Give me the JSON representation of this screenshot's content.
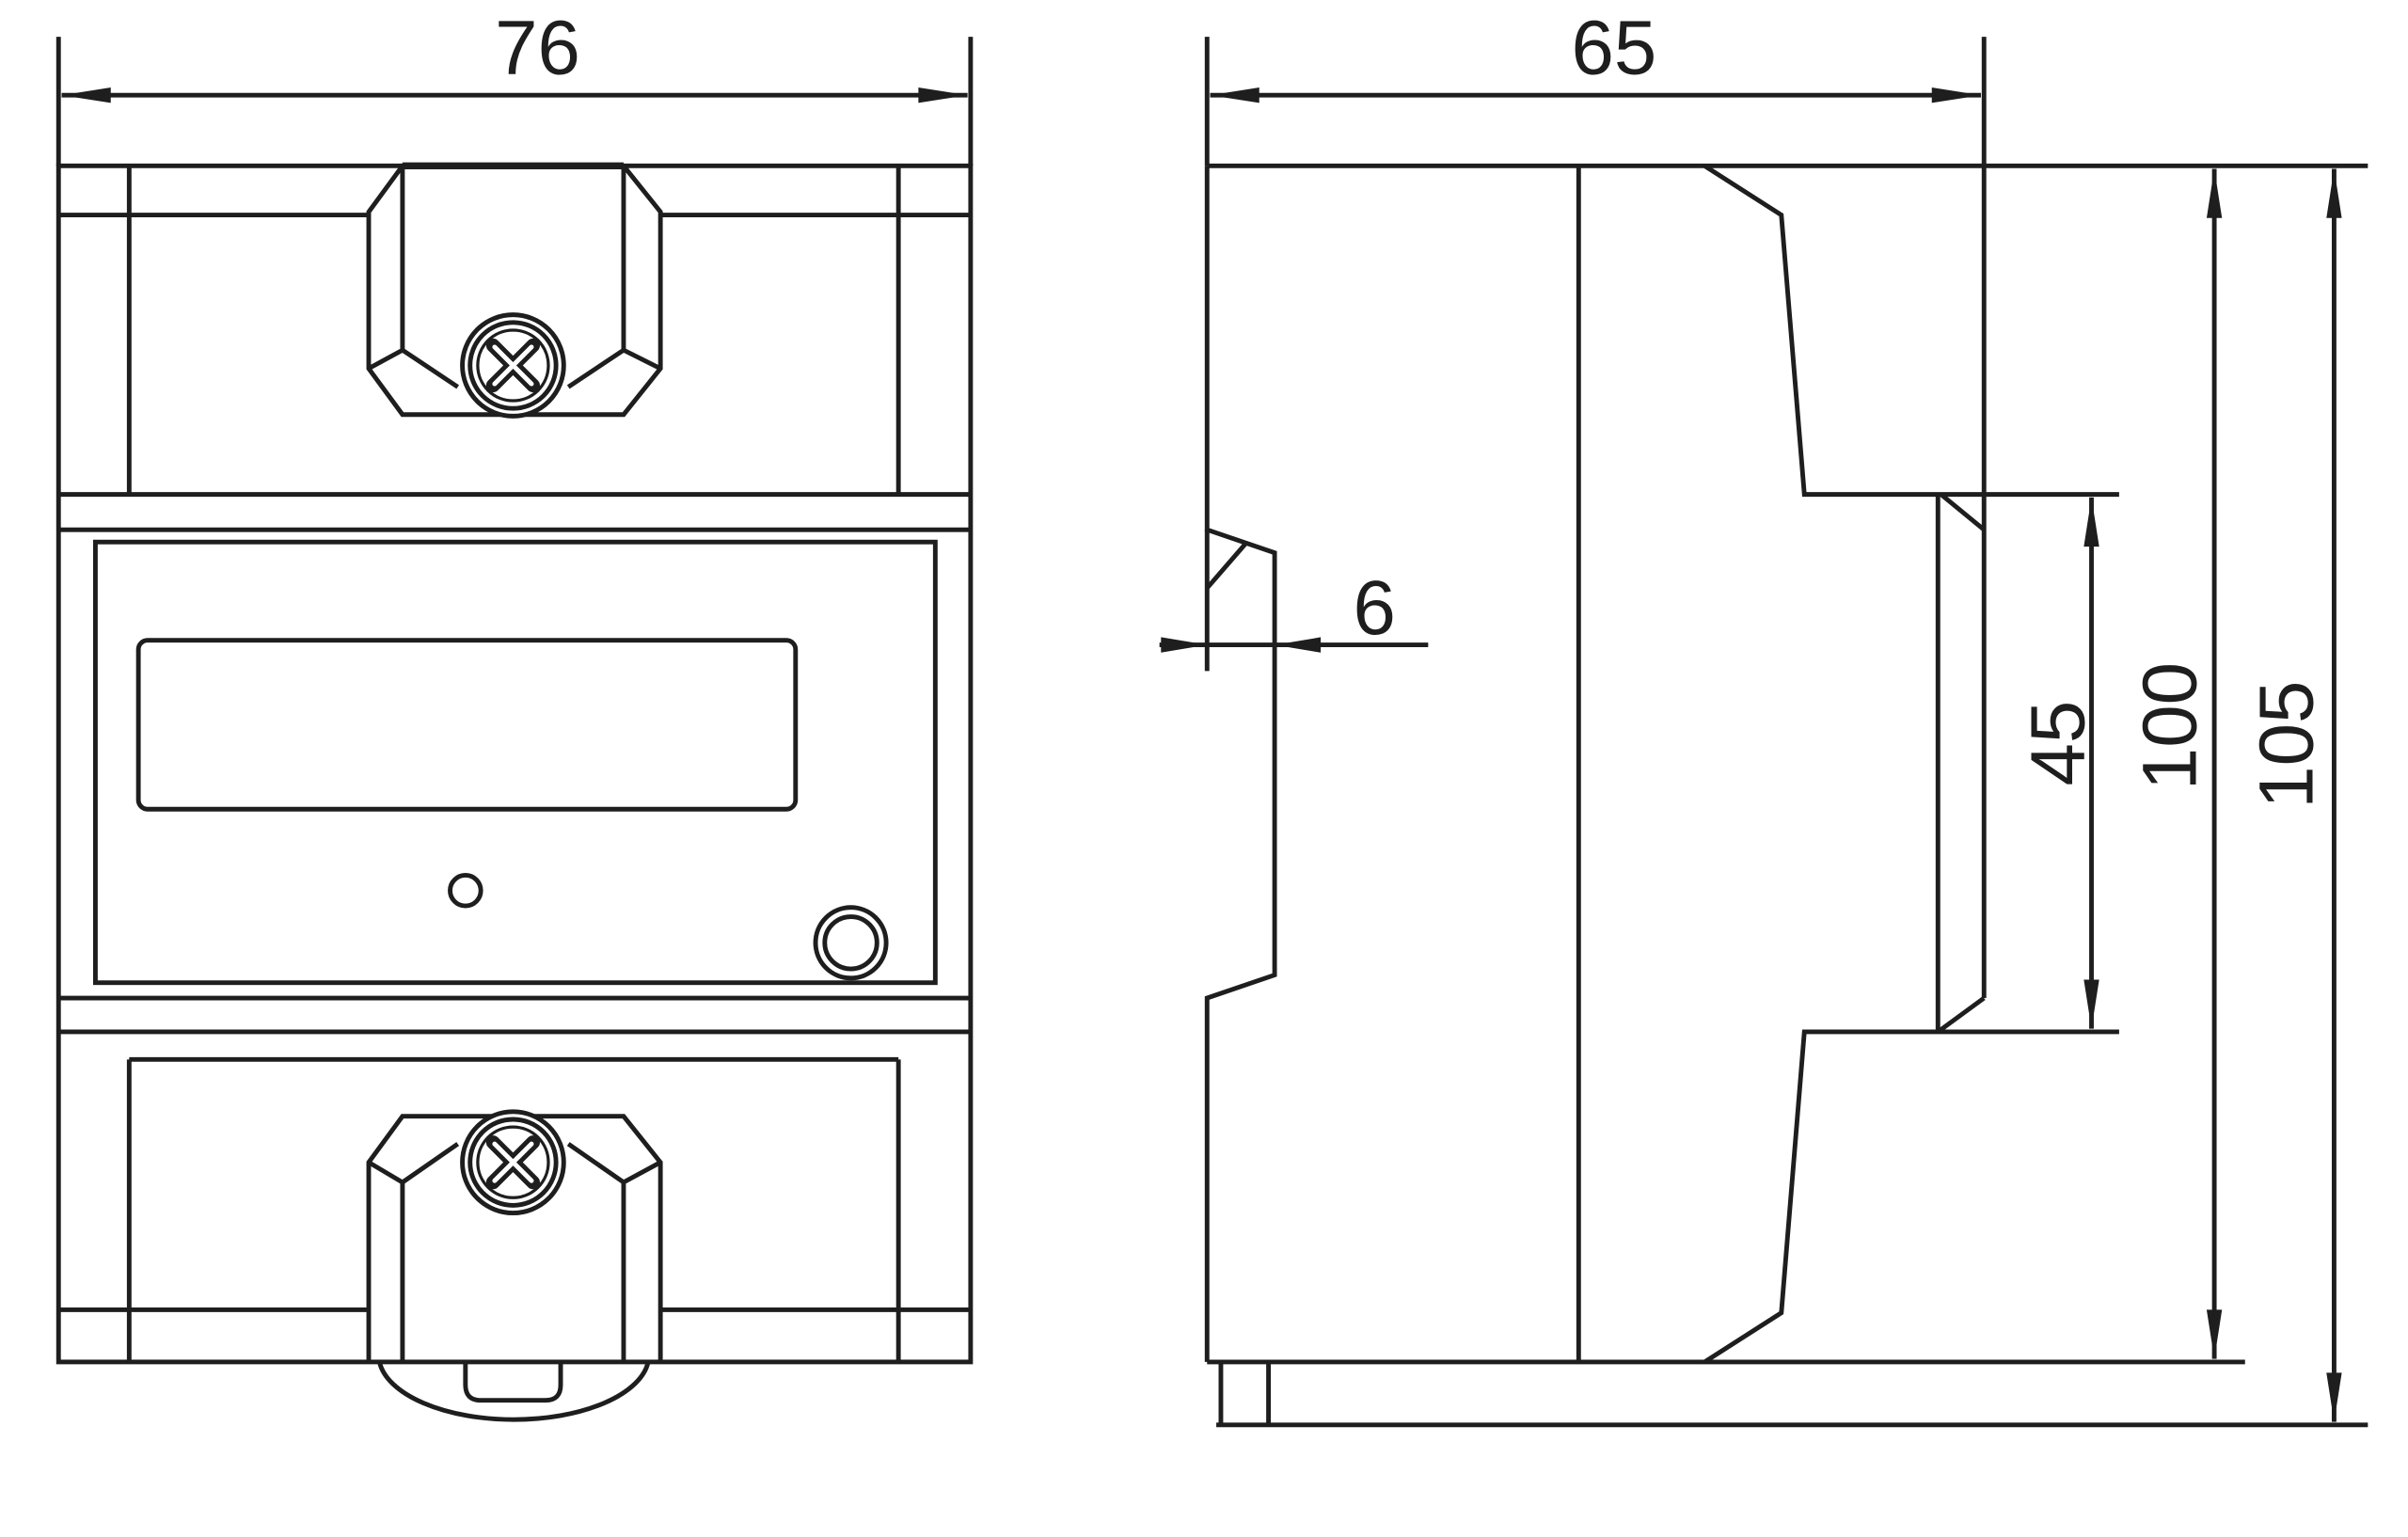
{
  "dimensions": {
    "front_width": "76",
    "depth": "65",
    "clip_offset": "6",
    "rail_width": "45",
    "body_height": "100",
    "overall_height": "105"
  },
  "colors": {
    "ink": "#1e1e1e",
    "paper": "#ffffff"
  }
}
